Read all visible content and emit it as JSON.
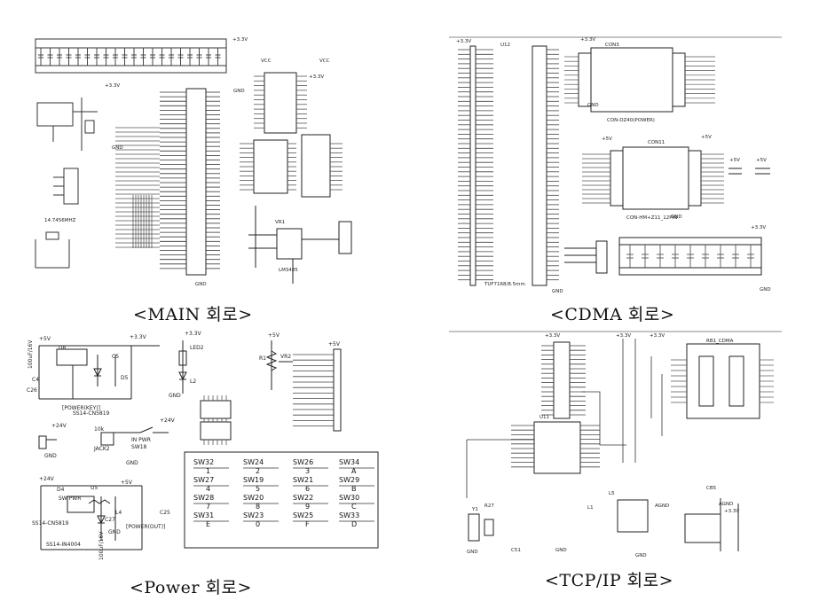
{
  "captions": {
    "main": "<MAIN 회로>",
    "cdma": "<CDMA 회로>",
    "power": "<Power 회로>",
    "tcpip": "<TCP/IP 회로>"
  },
  "main_panel": {
    "labels": [
      "+3.3V",
      "+3.3V",
      "+3.3V",
      "VCC",
      "VCC",
      "GND",
      "GND",
      "GND",
      "14.7456MHZ",
      "VR1",
      "LM3485"
    ]
  },
  "cdma_panel": {
    "labels": [
      "+3.3V",
      "+3.3V",
      "+5V",
      "+5V",
      "+5V",
      "+5V",
      "+3.3V",
      "U12",
      "CON3",
      "CON11",
      "GND",
      "GND",
      "GND",
      "GND",
      "TUF7168/8.5mm",
      "CON-DZ40(POWER)",
      "CON-HM+Z11_12PIN"
    ]
  },
  "power_panel": {
    "labels": [
      "+5V",
      "+3.3V",
      "+3.3V",
      "+5V",
      "+5V",
      "+24V",
      "+24V",
      "+24V",
      "+5V",
      "U8",
      "D5",
      "C4",
      "C5",
      "L2",
      "LED2",
      "R1",
      "VR2",
      "10k",
      "JACK2",
      "IN PWR",
      "SW18",
      "SW PWR",
      "U5",
      "D4",
      "SS14-IN4004",
      "SS14-CN5819",
      "SS14-CN5819",
      "L4",
      "C27",
      "C25",
      "C26",
      "GND",
      "GND",
      "GND",
      "GND",
      "100uF/16V",
      "100uF/16V",
      "[POWER(OUT)]",
      "[POWER(KEY)]"
    ],
    "keypad": {
      "switches": [
        "SW32",
        "SW24",
        "SW26",
        "SW34",
        "SW27",
        "SW19",
        "SW21",
        "SW29",
        "SW28",
        "SW20",
        "SW22",
        "SW30",
        "SW31",
        "SW23",
        "SW25",
        "SW33"
      ],
      "keys": [
        "1",
        "2",
        "3",
        "A",
        "4",
        "5",
        "6",
        "B",
        "7",
        "8",
        "9",
        "C",
        "E",
        "0",
        "F",
        "D"
      ]
    }
  },
  "tcp_panel": {
    "labels": [
      "+3.3V",
      "+3.3V",
      "+3.3V",
      "+3.3V",
      "AGND",
      "AGND",
      "GND",
      "GND",
      "GND",
      "L1",
      "L5",
      "Y1",
      "R27",
      "C51",
      "U11",
      "CB5",
      "RB1_CDMA"
    ]
  },
  "colors": {
    "ink": "#222222",
    "grid": "#555555",
    "background": "#ffffff"
  }
}
